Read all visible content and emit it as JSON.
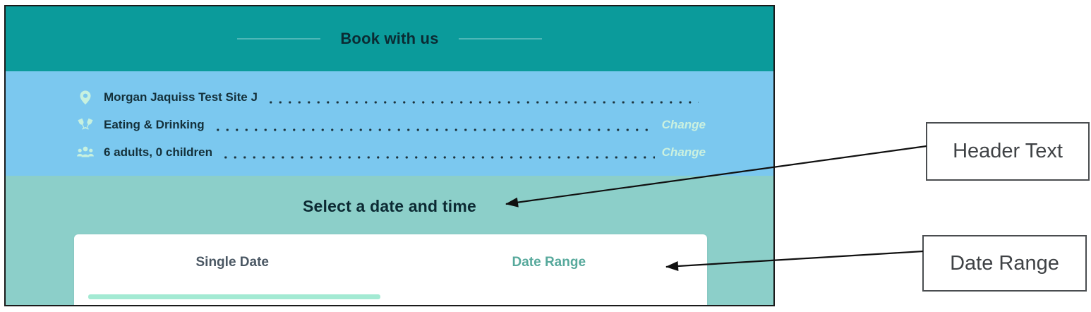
{
  "panel": {
    "header": {
      "title": "Book with us"
    },
    "summary": {
      "rows": [
        {
          "icon": "location-pin-icon",
          "label": "Morgan Jaquiss Test Site J"
        },
        {
          "icon": "cheers-glasses-icon",
          "label": "Eating & Drinking",
          "change_label": "Change"
        },
        {
          "icon": "people-group-icon",
          "label": "6 adults, 0 children",
          "change_label": "Change"
        }
      ]
    },
    "date_section": {
      "heading": "Select a date and time",
      "tabs": [
        {
          "label": "Single Date",
          "state": "active"
        },
        {
          "label": "Date Range",
          "state": "inactive"
        }
      ]
    }
  },
  "annotations": {
    "header_text": {
      "label": "Header Text"
    },
    "date_range": {
      "label": "Date Range"
    }
  },
  "colors": {
    "header_teal": "#0B9B9B",
    "summary_blue": "#7BC8EF",
    "section_seafoam": "#8CCFC9",
    "tab_indicator_mint": "#A3EAD3",
    "icon_mint": "#C7F1DF",
    "change_link": "#CBF1DF",
    "tab_active_text": "#4A5763",
    "tab_inactive_text": "#57A99C",
    "dark_text": "#14303A",
    "panel_border": "#1A1A1A"
  }
}
